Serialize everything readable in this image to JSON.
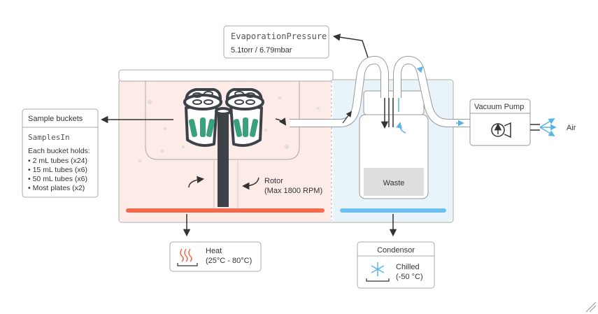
{
  "evaporation": {
    "title": "EvaporationPressure",
    "value": "5.1torr / 6.79mbar"
  },
  "sample_buckets": {
    "title": "Sample buckets",
    "variable": "SamplesIn",
    "intro": "Each bucket holds:",
    "items": [
      "• 2 mL tubes (x24)",
      "• 15 mL tubes (x6)",
      "• 50 mL tubes (x6)",
      "• Most plates (x2)"
    ]
  },
  "rotor": {
    "label": "Rotor",
    "sub": "(Max 1800 RPM)"
  },
  "waste": {
    "label": "Waste"
  },
  "vacuum_pump": {
    "label": "Vacuum Pump"
  },
  "air": {
    "label": "Air"
  },
  "heat": {
    "label": "Heat",
    "range": "(25°C - 80°C)"
  },
  "condensor": {
    "title": "Condensor",
    "label": "Chilled",
    "temp": "(-50 °C)"
  },
  "colors": {
    "heat_bar": "#f26b4f",
    "heat_zone": "#fcebe7",
    "cold_bar": "#6cc1f0",
    "cold_zone": "#e8f3fa",
    "rotor": "#3c4248",
    "tube_green": "#3aa27a",
    "outline": "#999999"
  }
}
